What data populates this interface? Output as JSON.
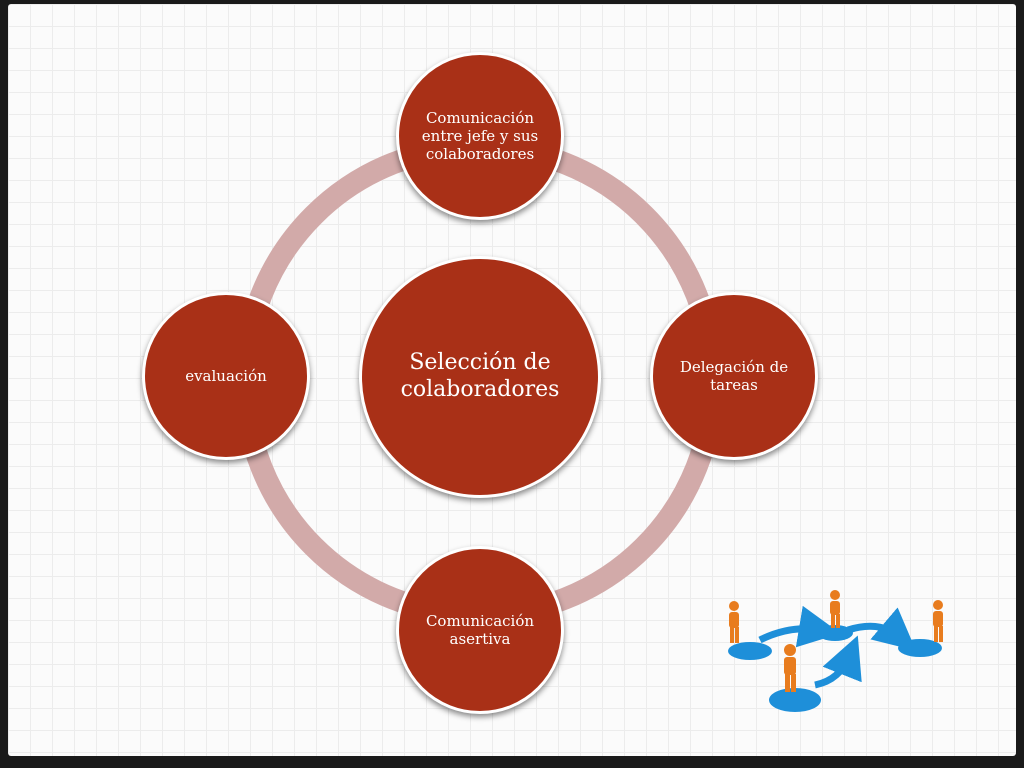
{
  "diagram": {
    "center": "Selección de colaboradores",
    "nodes": {
      "top": "Comunicación entre jefe y sus colaboradores",
      "right": "Delegación de tareas",
      "bottom": "Comunicación asertiva",
      "left": "evaluación"
    }
  },
  "colors": {
    "node_fill": "#a93017",
    "ring": "#d2aaa9",
    "clipart_platform": "#1e8fd9",
    "clipart_person": "#e87c1e"
  },
  "icons": {
    "clipart": "people-network-icon"
  }
}
